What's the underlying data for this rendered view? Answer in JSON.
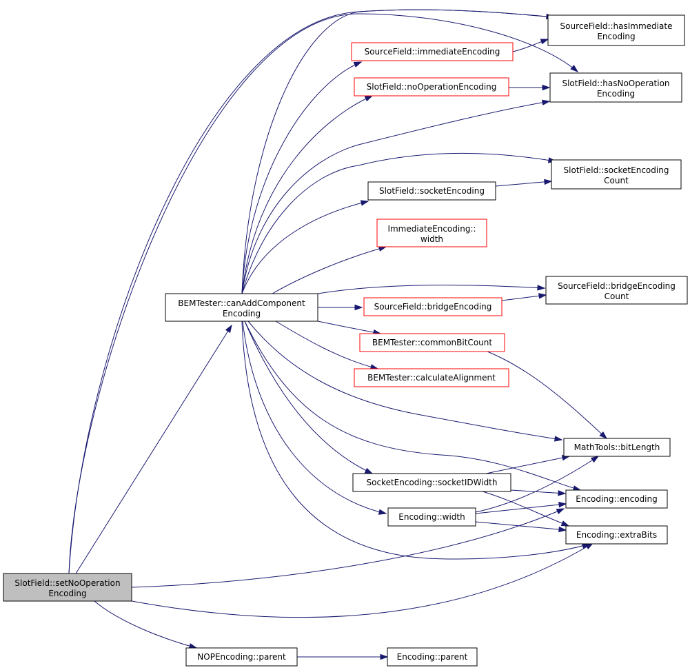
{
  "colors": {
    "edge": "#191970",
    "red_border": "#ff0000",
    "root_fill": "#bfbfbf"
  },
  "nodes": {
    "setNoOp": {
      "lines": [
        "SlotField::setNoOperation",
        "Encoding"
      ],
      "style": "root"
    },
    "canAdd": {
      "lines": [
        "BEMTester::canAddComponent",
        "Encoding"
      ],
      "style": "normal"
    },
    "srcImm": {
      "lines": [
        "SourceField::immediateEncoding"
      ],
      "style": "red"
    },
    "hasImm": {
      "lines": [
        "SourceField::hasImmediate",
        "Encoding"
      ],
      "style": "normal"
    },
    "slotNoOp": {
      "lines": [
        "SlotField::noOperationEncoding"
      ],
      "style": "red"
    },
    "hasNoOp": {
      "lines": [
        "SlotField::hasNoOperation",
        "Encoding"
      ],
      "style": "normal"
    },
    "sockEnc": {
      "lines": [
        "SlotField::socketEncoding"
      ],
      "style": "normal"
    },
    "sockCount": {
      "lines": [
        "SlotField::socketEncoding",
        "Count"
      ],
      "style": "normal"
    },
    "immWidth": {
      "lines": [
        "ImmediateEncoding::",
        "width"
      ],
      "style": "red"
    },
    "bridgeEnc": {
      "lines": [
        "SourceField::bridgeEncoding"
      ],
      "style": "red"
    },
    "bridgeCount": {
      "lines": [
        "SourceField::bridgeEncoding",
        "Count"
      ],
      "style": "normal"
    },
    "commonBit": {
      "lines": [
        "BEMTester::commonBitCount"
      ],
      "style": "red"
    },
    "calcAlign": {
      "lines": [
        "BEMTester::calculateAlignment"
      ],
      "style": "red"
    },
    "bitLength": {
      "lines": [
        "MathTools::bitLength"
      ],
      "style": "normal"
    },
    "sockIDW": {
      "lines": [
        "SocketEncoding::socketIDWidth"
      ],
      "style": "normal"
    },
    "encEnc": {
      "lines": [
        "Encoding::encoding"
      ],
      "style": "normal"
    },
    "encWidth": {
      "lines": [
        "Encoding::width"
      ],
      "style": "normal"
    },
    "extraBits": {
      "lines": [
        "Encoding::extraBits"
      ],
      "style": "normal"
    },
    "nopParent": {
      "lines": [
        "NOPEncoding::parent"
      ],
      "style": "normal"
    },
    "encParent": {
      "lines": [
        "Encoding::parent"
      ],
      "style": "normal"
    }
  },
  "edges": [
    [
      "setNoOp",
      "canAdd"
    ],
    [
      "setNoOp",
      "hasImm"
    ],
    [
      "setNoOp",
      "hasNoOp"
    ],
    [
      "setNoOp",
      "encEnc"
    ],
    [
      "setNoOp",
      "extraBits"
    ],
    [
      "setNoOp",
      "nopParent"
    ],
    [
      "canAdd",
      "srcImm"
    ],
    [
      "canAdd",
      "hasImm"
    ],
    [
      "canAdd",
      "slotNoOp"
    ],
    [
      "canAdd",
      "hasNoOp"
    ],
    [
      "canAdd",
      "sockEnc"
    ],
    [
      "canAdd",
      "sockCount"
    ],
    [
      "canAdd",
      "immWidth"
    ],
    [
      "canAdd",
      "bridgeEnc"
    ],
    [
      "canAdd",
      "bridgeCount"
    ],
    [
      "canAdd",
      "commonBit"
    ],
    [
      "canAdd",
      "calcAlign"
    ],
    [
      "canAdd",
      "bitLength"
    ],
    [
      "canAdd",
      "sockIDW"
    ],
    [
      "canAdd",
      "encEnc"
    ],
    [
      "canAdd",
      "encWidth"
    ],
    [
      "canAdd",
      "extraBits"
    ],
    [
      "srcImm",
      "hasImm"
    ],
    [
      "slotNoOp",
      "hasNoOp"
    ],
    [
      "sockEnc",
      "sockCount"
    ],
    [
      "bridgeEnc",
      "bridgeCount"
    ],
    [
      "commonBit",
      "bitLength"
    ],
    [
      "sockIDW",
      "bitLength"
    ],
    [
      "sockIDW",
      "encEnc"
    ],
    [
      "sockIDW",
      "extraBits"
    ],
    [
      "encWidth",
      "bitLength"
    ],
    [
      "encWidth",
      "encEnc"
    ],
    [
      "encWidth",
      "extraBits"
    ],
    [
      "nopParent",
      "encParent"
    ]
  ]
}
